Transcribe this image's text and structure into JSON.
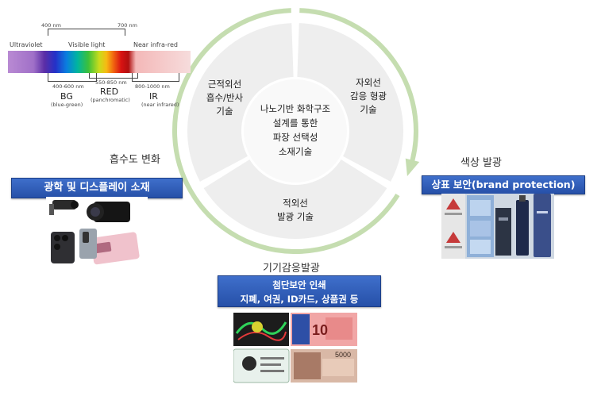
{
  "center": {
    "text": "나노기반 화학구조\n설계를 통한\n파장 선택성\n소재기술"
  },
  "segments": {
    "nir": "근적외선\n흡수/반사\n기술",
    "uv": "자외선\n감응 형광\n기술",
    "ir": "적외선\n발광 기술"
  },
  "spectrum": {
    "ultraviolet": "Ultraviolet",
    "visible": "Visible light",
    "nir": "Near infra-red",
    "nm400": "400 nm",
    "nm700": "700 nm",
    "bg_range": "400-600 nm",
    "red_range": "550-850 nm",
    "ir_range": "800-1000 nm",
    "bg": "BG",
    "bg_sub": "(blue-green)",
    "red": "RED",
    "red_sub": "(panchromatic)",
    "ir": "IR",
    "ir_sub": "(near infrared)"
  },
  "left": {
    "caption": "흡수도 변화",
    "bar": "광학 및 디스플레이 소재"
  },
  "right": {
    "caption": "색상 발광",
    "bar": "상표 보안(brand protection)"
  },
  "bottom": {
    "caption": "기기감응발광",
    "bar_line1": "첨단보안 인쇄",
    "bar_line2": "지폐, 여권, ID카드, 상품권 등"
  },
  "photos": {
    "banknote_10": "10",
    "banknote_5000": "5000"
  },
  "colors": {
    "ring": "#c5ddb0",
    "bar": "#2f5eb9",
    "segment": "#eeeeee"
  }
}
